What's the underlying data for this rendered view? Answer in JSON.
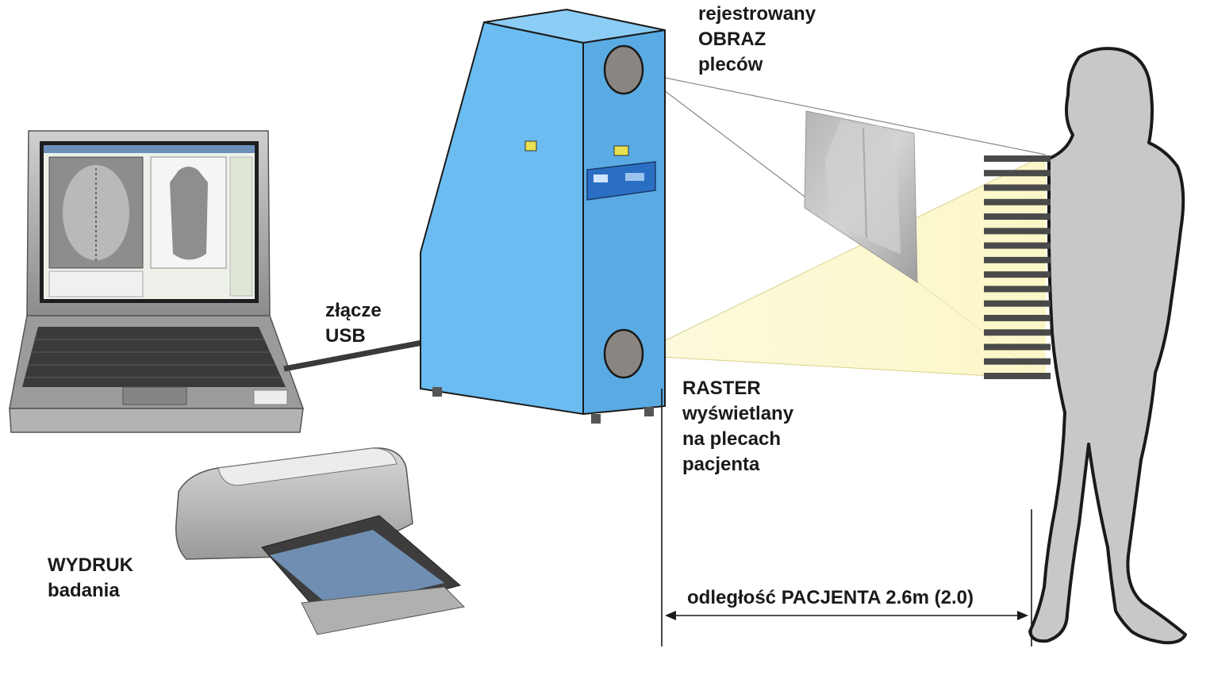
{
  "labels": {
    "image_registered": [
      "rejestrowany",
      "OBRAZ",
      "pleców"
    ],
    "usb_connector": [
      "złącze",
      "USB"
    ],
    "raster": [
      "RASTER",
      "wyświetlany",
      "na plecach",
      "pacjenta"
    ],
    "printout": [
      "WYDRUK",
      "badania"
    ],
    "distance": "odległość PACJENTA 2.6m (2.0)"
  },
  "colors": {
    "device_front": "#6bbcf0",
    "device_side": "#5aabe3",
    "device_top": "#8ccdf5",
    "projection_beam": "#fbf6c4",
    "silhouette": "#c8c8c8",
    "outline": "#1a1a1a",
    "lens": "#8a8580"
  },
  "icons": [
    "laptop-icon",
    "printer-icon",
    "scanner-device",
    "patient-silhouette"
  ]
}
